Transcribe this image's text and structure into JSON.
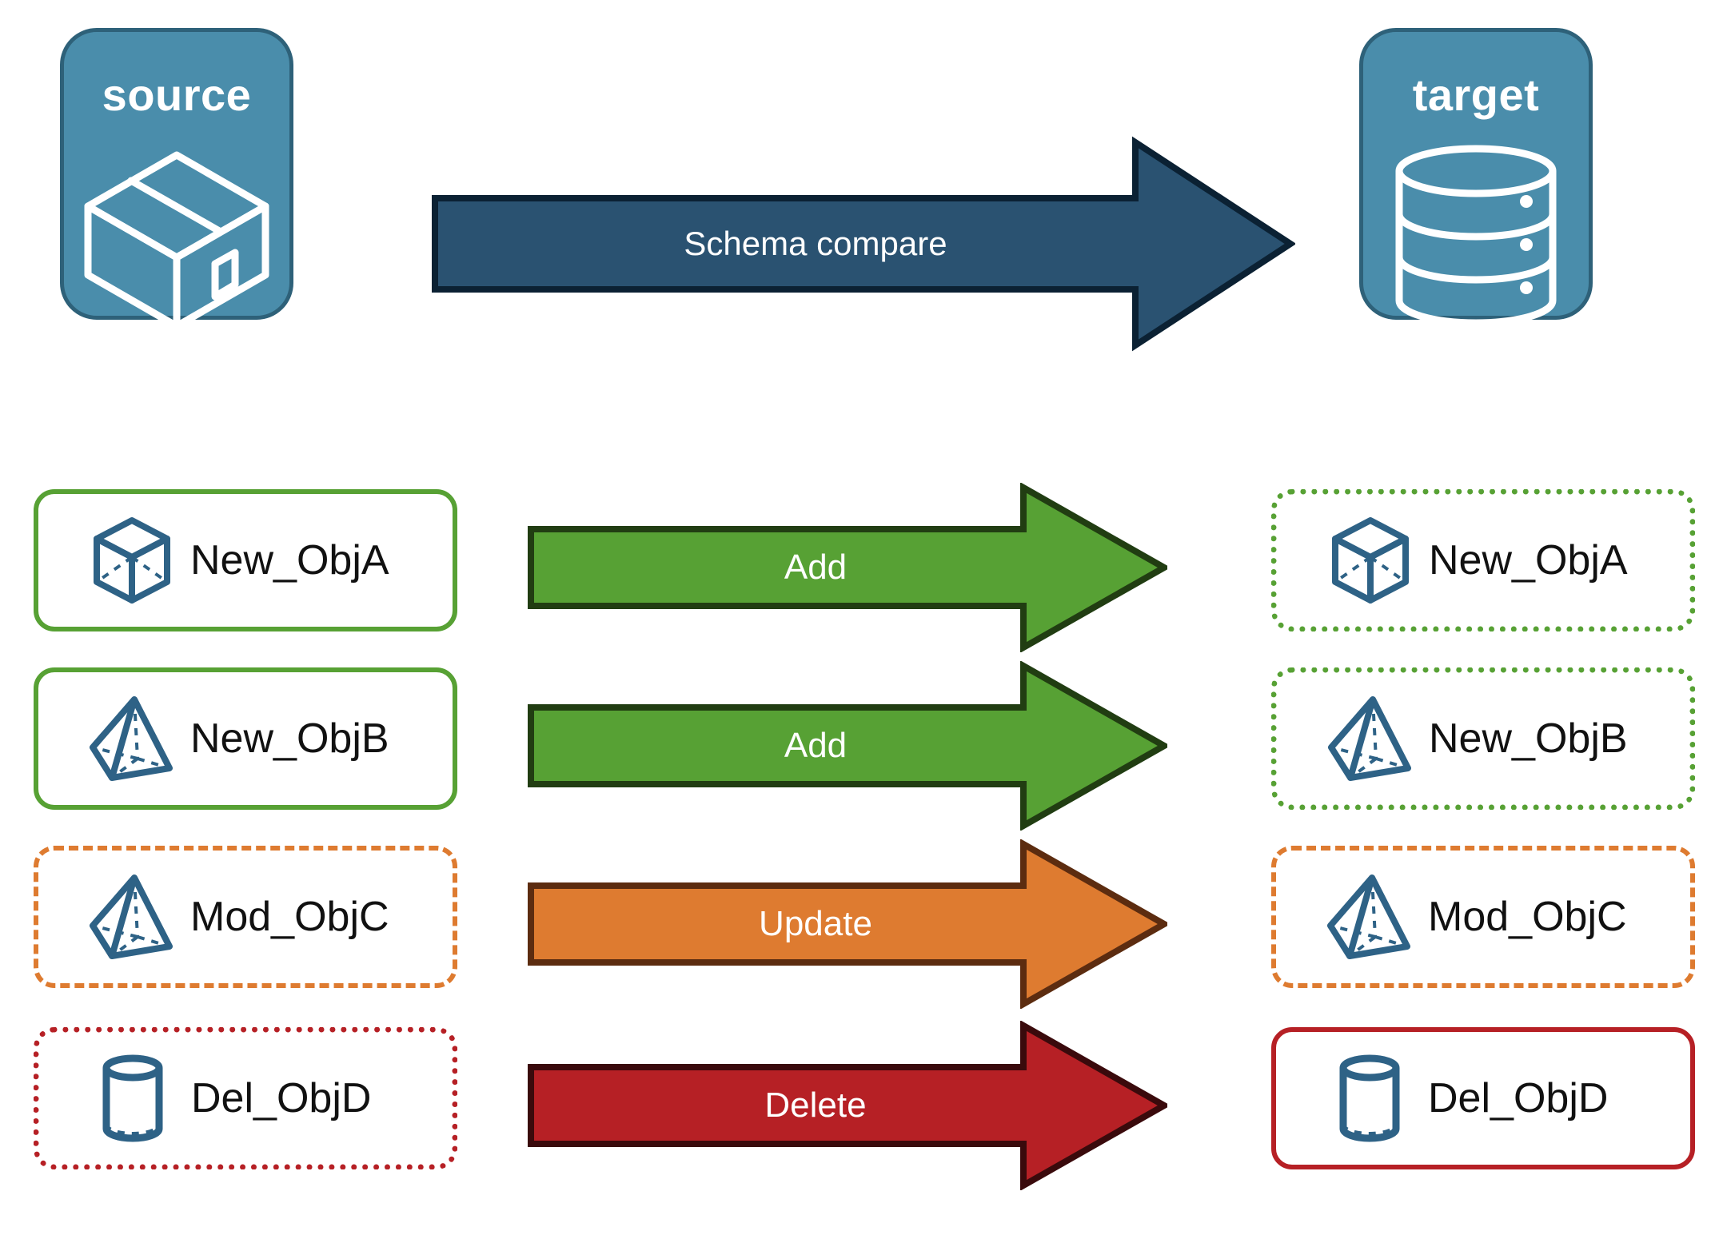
{
  "palette": {
    "endpoint_fill": "#4A8DAB",
    "endpoint_stroke": "#2E6179",
    "schema_arrow_fill": "#2A5271",
    "schema_arrow_stroke": "#0B2133",
    "add_fill": "#57A134",
    "add_stroke": "#213D12",
    "update_fill": "#DE7B30",
    "update_stroke": "#5C2C10",
    "delete_fill": "#B62025",
    "delete_stroke": "#3A0A0C",
    "icon_blue": "#2E6286",
    "label_text": "#111111",
    "arrow_text": "#FFFFFF",
    "background": "#FFFFFF"
  },
  "endpoints": {
    "source": {
      "title": "source",
      "icon": "package-box-icon"
    },
    "target": {
      "title": "target",
      "icon": "database-cylinder-icon"
    }
  },
  "schema_arrow": {
    "label": "Schema compare",
    "icon": "right-arrow-icon"
  },
  "rows": [
    {
      "action": "Add",
      "action_kind": "add",
      "source": {
        "label": "New_ObjA",
        "icon": "cube-wireframe-icon",
        "border": "solid-green"
      },
      "target": {
        "label": "New_ObjA",
        "icon": "cube-wireframe-icon",
        "border": "dotted-green"
      }
    },
    {
      "action": "Add",
      "action_kind": "add",
      "source": {
        "label": "New_ObjB",
        "icon": "pyramid-wireframe-icon",
        "border": "solid-green"
      },
      "target": {
        "label": "New_ObjB",
        "icon": "pyramid-wireframe-icon",
        "border": "dotted-green"
      }
    },
    {
      "action": "Update",
      "action_kind": "update",
      "source": {
        "label": "Mod_ObjC",
        "icon": "pyramid-wireframe-icon",
        "border": "dashed-orange"
      },
      "target": {
        "label": "Mod_ObjC",
        "icon": "pyramid-wireframe-icon",
        "border": "dashed-orange"
      }
    },
    {
      "action": "Delete",
      "action_kind": "delete",
      "source": {
        "label": "Del_ObjD",
        "icon": "cylinder-wireframe-icon",
        "border": "dotted-red"
      },
      "target": {
        "label": "Del_ObjD",
        "icon": "cylinder-wireframe-icon",
        "border": "solid-red"
      }
    }
  ]
}
